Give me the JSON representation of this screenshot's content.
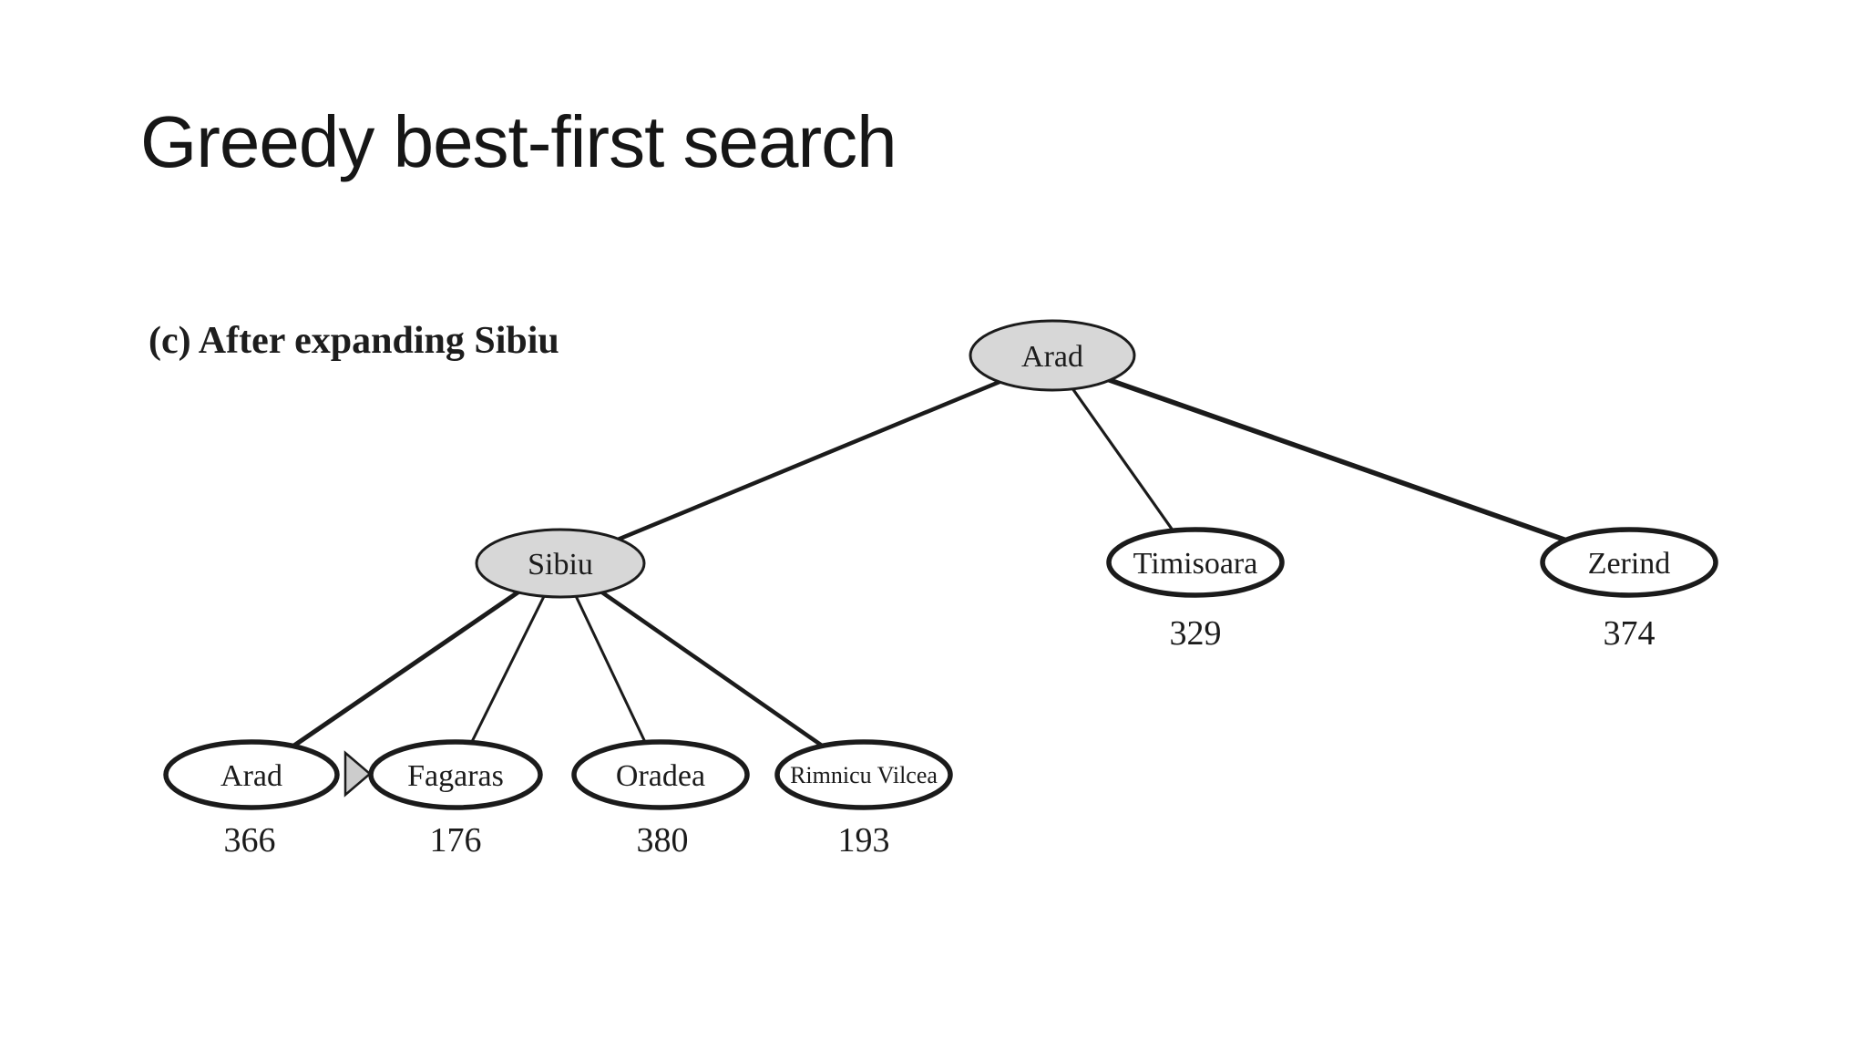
{
  "slide": {
    "title": "Greedy best-first search",
    "figure_caption": "(c) After expanding Sibiu"
  },
  "colors": {
    "background": "#ffffff",
    "node_fill_expanded": "#d7d7d7",
    "node_fill_frontier": "#ffffff",
    "stroke": "#1b1b1b",
    "pointer_fill": "#cccccc"
  },
  "tree": {
    "root": {
      "label": "Arad"
    },
    "level1": [
      {
        "label": "Sibiu"
      },
      {
        "label": "Timisoara",
        "value": "329"
      },
      {
        "label": "Zerind",
        "value": "374"
      }
    ],
    "level2": [
      {
        "label": "Arad",
        "value": "366"
      },
      {
        "label": "Fagaras",
        "value": "176"
      },
      {
        "label": "Oradea",
        "value": "380"
      },
      {
        "label": "Rimnicu Vilcea",
        "value": "193"
      }
    ],
    "pointer_icon": "frontier-pointer-triangle"
  }
}
